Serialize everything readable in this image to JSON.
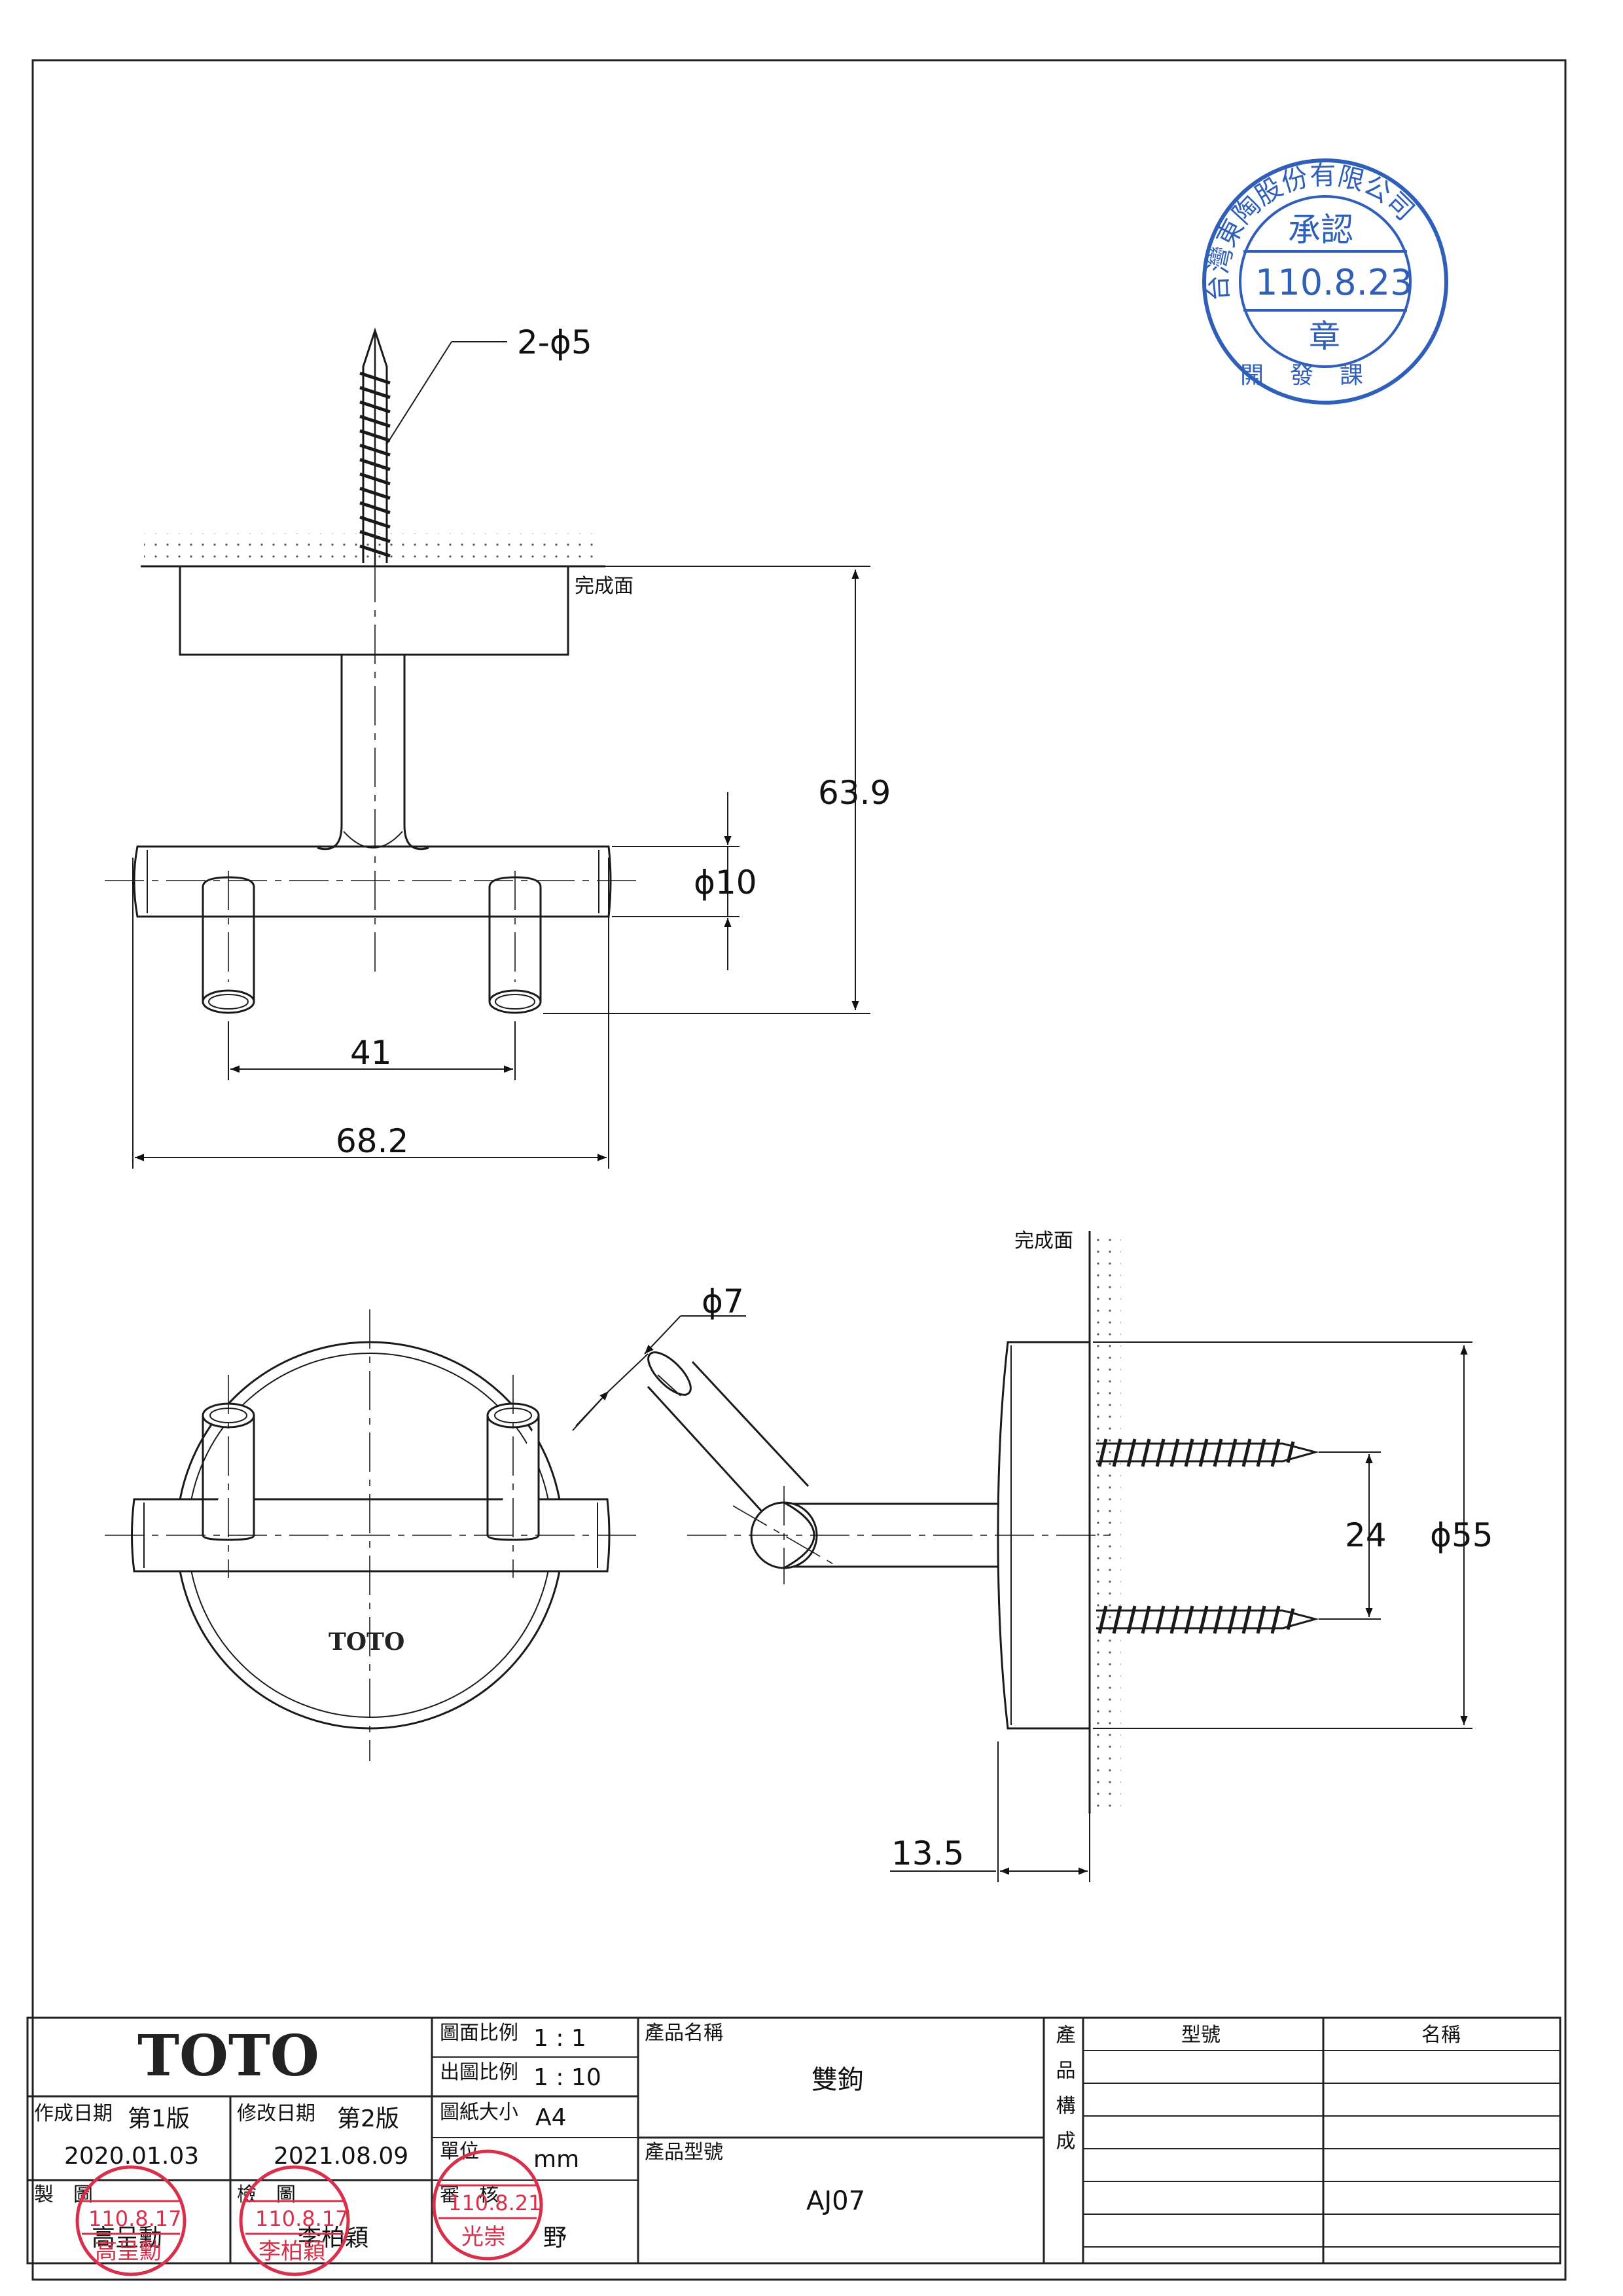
{
  "top_view": {
    "screw_callout": "2-ϕ5",
    "finish_surface": "完成面",
    "dim_height": "63.9",
    "dim_bar_diameter": "ϕ10",
    "dim_peg_spacing": "41",
    "dim_total_width": "68.2"
  },
  "front_view": {
    "logo": "TOTO"
  },
  "side_view": {
    "dim_peg_diameter": "ϕ7",
    "finish_surface": "完成面",
    "dim_screw_spacing": "24",
    "dim_base_diameter": "ϕ55",
    "dim_base_depth": "13.5"
  },
  "approval_stamp": {
    "outer_text": "台灣東陶股份有限公司",
    "title": "承認",
    "date": "110.8.23",
    "seal": "章",
    "department": "開發課"
  },
  "title_block": {
    "brand": "TOTO",
    "created_label": "作成日期",
    "created_version": "第1版",
    "created_date": "2020.01.03",
    "revised_label": "修改日期",
    "revised_version": "第2版",
    "revised_date": "2021.08.09",
    "drawn_label": "製　圖",
    "checked_label": "檢　圖",
    "approved_label": "審　核",
    "drawn_name": "高呈勳",
    "checked_name": "李柏穎",
    "approved_name": "野",
    "scale_label": "圖面比例",
    "scale_value": "1 : 1",
    "print_scale_label": "出圖比例",
    "print_scale_value": "1 : 10",
    "paper_label": "圖紙大小",
    "paper_value": "A4",
    "unit_label": "單位",
    "unit_value": "mm",
    "product_name_label": "產品名稱",
    "product_name": "雙鉤",
    "product_model_label": "產品型號",
    "product_model": "AJ07",
    "composition_label": "產品構成",
    "model_col_header": "型號",
    "name_col_header": "名稱",
    "stamps": {
      "drawn_date": "110.8.17",
      "drawn_text": "高呈勳",
      "checked_date": "110.8.17",
      "checked_text": "李柏穎",
      "approved_date": "110.8.21",
      "approved_text": "光崇"
    }
  },
  "colors": {
    "line": "#1a1a1a",
    "stamp_blue": "#2f5fb8",
    "stamp_red": "#d8304a"
  }
}
